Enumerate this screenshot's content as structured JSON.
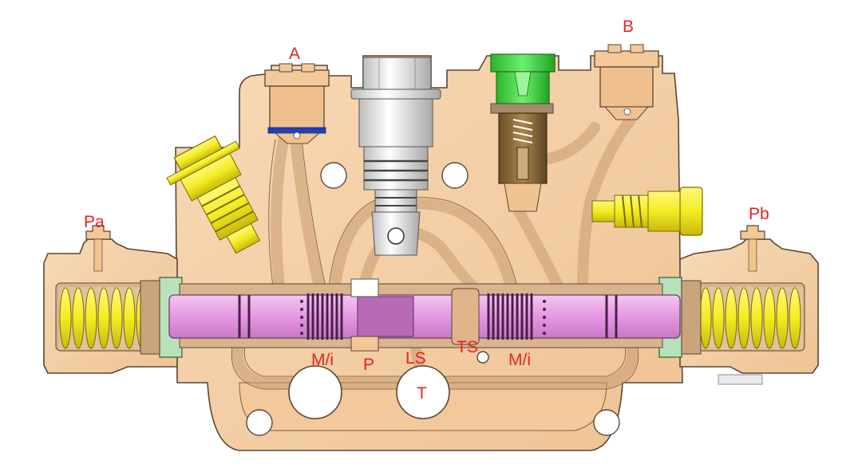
{
  "labels": {
    "port_a": "A",
    "port_b": "B",
    "pilot_a": "Pa",
    "pilot_b": "Pb",
    "metering_left": "M/i",
    "pump": "P",
    "load_sense": "LS",
    "tank_sense": "TS",
    "metering_right": "M/i",
    "tank": "T"
  },
  "colors": {
    "label": "#e8231f",
    "housing": "#f6cfa5",
    "housing_outline": "#5a4636",
    "spool": "#e79ce3",
    "spring": "#f2ec22",
    "seal": "#b8e2bb",
    "relief_valve": "#f4ee28",
    "check_valve": "#e6e6e6",
    "pilot_green": "#3fd63f",
    "pilot_brown": "#8b6a3a",
    "oring": "#1f3fbf"
  }
}
